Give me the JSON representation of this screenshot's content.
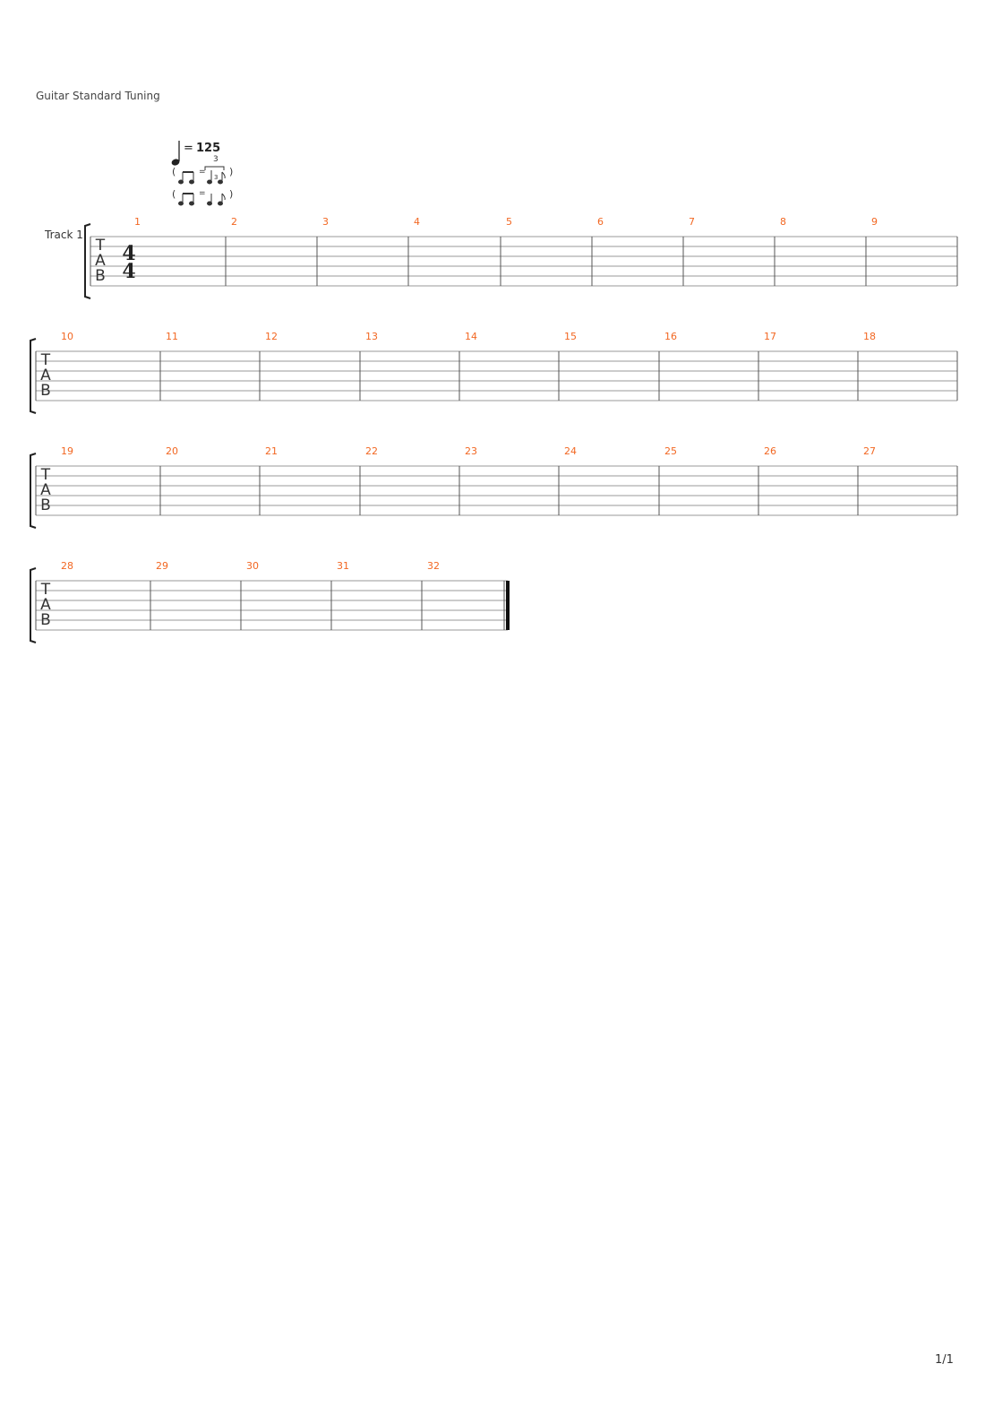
{
  "header": {
    "tuning": "Guitar Standard Tuning"
  },
  "tempo": {
    "value": "125",
    "tuplet_number": "3"
  },
  "track": {
    "name": "Track 1",
    "clef": [
      "T",
      "A",
      "B"
    ],
    "time_signature": [
      "4",
      "4"
    ]
  },
  "colors": {
    "measure_number": "#f26722",
    "staff_line": "#999999",
    "barline": "#555555",
    "text": "#333333"
  },
  "systems": [
    {
      "measures": [
        "1",
        "2",
        "3",
        "4",
        "5",
        "6",
        "7",
        "8",
        "9"
      ]
    },
    {
      "measures": [
        "10",
        "11",
        "12",
        "13",
        "14",
        "15",
        "16",
        "17",
        "18"
      ]
    },
    {
      "measures": [
        "19",
        "20",
        "21",
        "22",
        "23",
        "24",
        "25",
        "26",
        "27"
      ]
    },
    {
      "measures": [
        "28",
        "29",
        "30",
        "31",
        "32"
      ]
    }
  ],
  "footer": {
    "page": "1/1"
  }
}
